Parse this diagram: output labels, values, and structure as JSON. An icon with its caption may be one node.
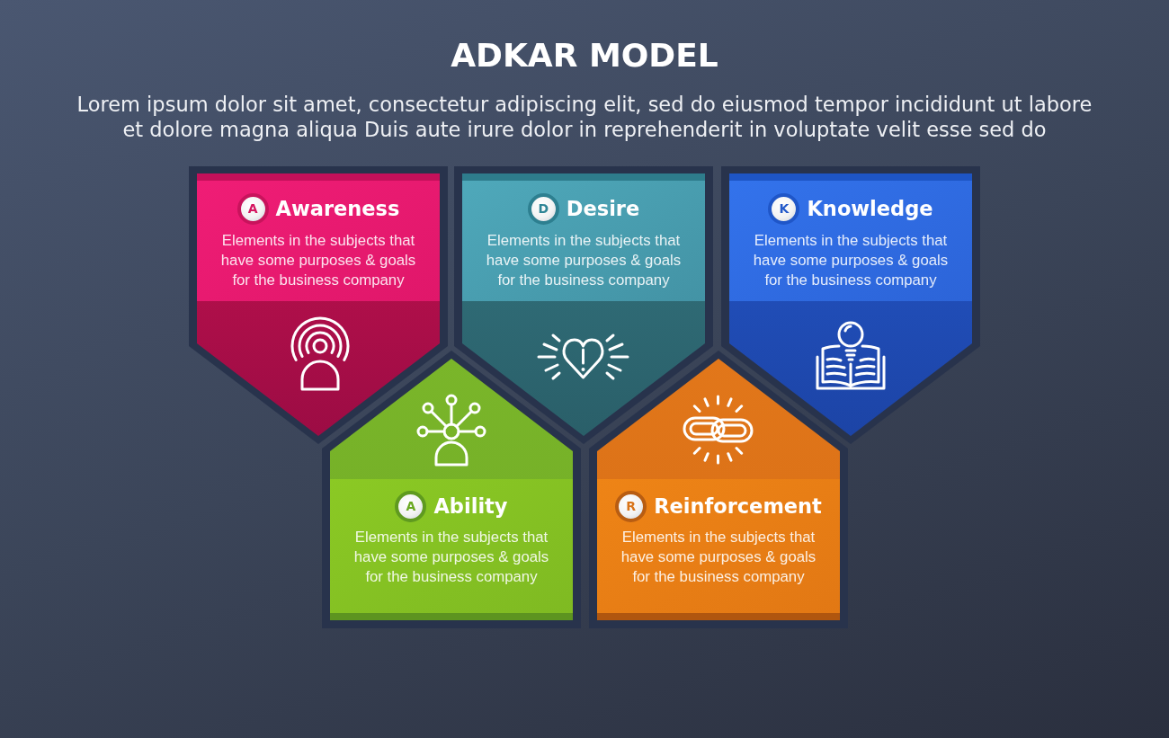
{
  "diagram": {
    "title": "ADKAR MODEL",
    "nodes": [
      {
        "text": [
          "Awareness",
          "Elements in the subjects that have some purposes & goals for the business company"
        ]
      },
      {
        "text": [
          "A"
        ],
        "in": 0
      },
      {
        "text": [
          "Desire",
          "Elements in the subjects that have some purposes & goals for the business company"
        ]
      },
      {
        "text": [
          "D"
        ],
        "in": 2
      },
      {
        "text": [
          "Knowledge",
          "Elements in the subjects that have some purposes & goals for the business company"
        ]
      },
      {
        "text": [
          "K"
        ],
        "in": 4
      },
      {
        "text": [
          "Ability",
          "Elements in the subjects that have some purposes & goals for the business company"
        ]
      },
      {
        "text": [
          "A"
        ],
        "in": 6
      },
      {
        "text": [
          "Reinforcement",
          "Elements in the subjects that have some purposes & goals for the business company"
        ]
      },
      {
        "text": [
          "R"
        ],
        "in": 8
      }
    ],
    "labels": [
      "Lorem ipsum dolor sit amet, consectetur adipiscing elit, sed do eiusmod tempor incididunt ut labore et dolore magna aliqua Duis aute irure dolor in reprehenderit in voluptate velit esse sed do"
    ]
  }
}
